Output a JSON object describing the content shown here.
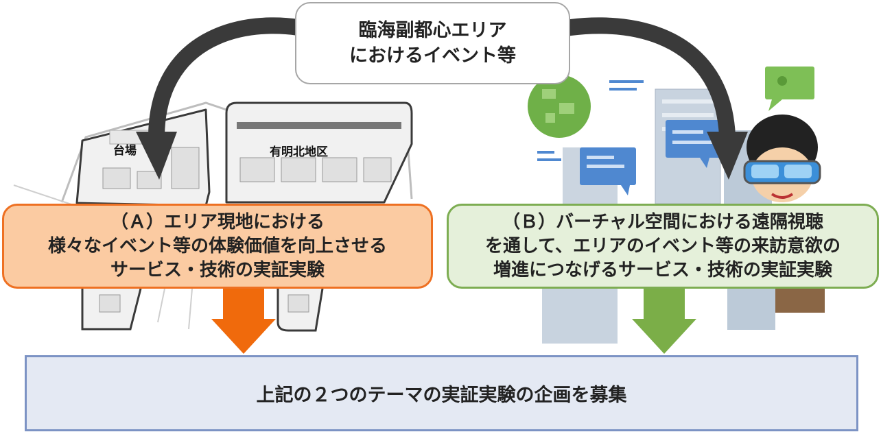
{
  "top_box": {
    "line1": "臨海副都心エリア",
    "line2": "におけるイベント等"
  },
  "map": {
    "label_daiba": "台場",
    "label_ariake": "有明北地区"
  },
  "box_a": {
    "line1": "（Ａ）エリア現地における",
    "line2": "様々なイベント等の体験価値を向上させる",
    "line3": "サービス・技術の実証実験",
    "border_color": "#ee7022",
    "fill_color": "#fbcba2"
  },
  "box_b": {
    "line1": "（Ｂ）バーチャル空間における遠隔視聴",
    "line2": "を通して、エリアのイベント等の来訪意欲の",
    "line3": "増進につなげるサービス・技術の実証実験",
    "border_color": "#7dad52",
    "fill_color": "#e5f0da"
  },
  "bottom_box": {
    "text": "上記の２つのテーマの実証実験の企画を募集",
    "border_color": "#7c93c4",
    "fill_color": "#e4e9f3"
  },
  "arrows": {
    "curved_color": "#3a3a3a",
    "down_a_color": "#f06a0c",
    "down_b_color": "#7bae48"
  }
}
